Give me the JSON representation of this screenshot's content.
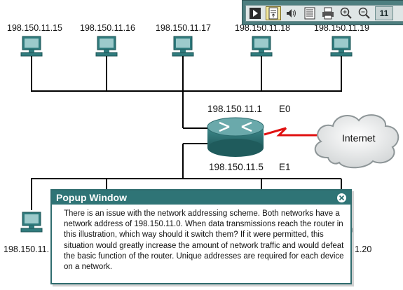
{
  "hosts": {
    "top": [
      "198.150.11.15",
      "198.150.11.16",
      "198.150.11.17",
      "198.150.11.18",
      "198.150.11.19"
    ],
    "bottom_left": "198.150.11.",
    "bottom_right": "1.20"
  },
  "router": {
    "e0_address": "198.150.11.1",
    "e0_label": "E0",
    "e1_address": "198.150.11.5",
    "e1_label": "E1"
  },
  "cloud": {
    "label": "Internet"
  },
  "toolbar": {
    "page_number": "11",
    "buttons": [
      "play-icon",
      "notes-icon",
      "audio-icon",
      "text-icon",
      "print-icon",
      "zoom-in-icon",
      "zoom-out-icon"
    ]
  },
  "popup": {
    "title": "Popup Window",
    "body": "There is an issue with the network addressing scheme. Both networks have a network address of 198.150.11.0. When data transmissions reach the router in this illustration, which way should it switch them? If it were permitted, this situation would greatly increase the amount of network traffic and would defeat the basic function of the router. Unique addresses are required for each device on a network."
  },
  "colors": {
    "teal_title": "#2f7476",
    "toolbar_bg": "#4e7f80",
    "computer": "#2e7c7e",
    "serial_link": "#e01010"
  }
}
